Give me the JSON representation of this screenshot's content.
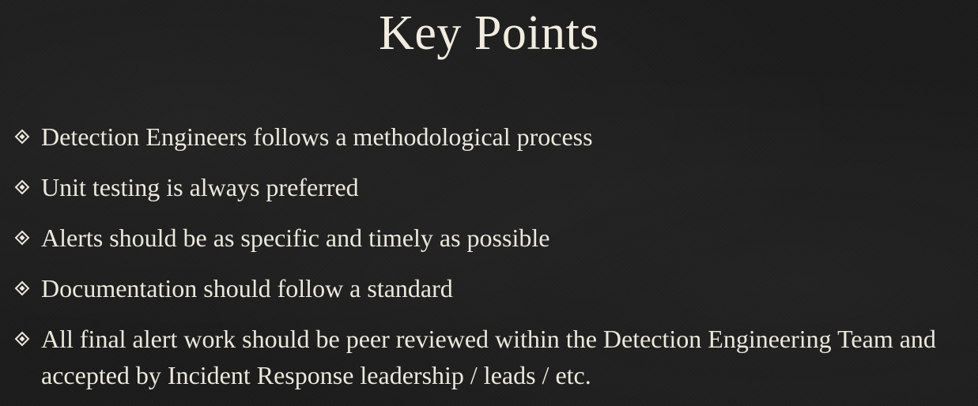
{
  "slide": {
    "title": "Key Points",
    "bullets": [
      {
        "text": "Detection Engineers follows a methodological process",
        "icon": "diamond-bullet-icon"
      },
      {
        "text": "Unit testing is always preferred",
        "icon": "diamond-bullet-icon"
      },
      {
        "text": "Alerts should be as specific and timely as possible",
        "icon": "diamond-bullet-icon"
      },
      {
        "text": "Documentation should follow a standard",
        "icon": "diamond-bullet-icon"
      },
      {
        "text": "All final alert work should be peer reviewed within the Detection Engineering Team and accepted by Incident Response leadership / leads / etc.",
        "icon": "diamond-bullet-icon"
      }
    ]
  },
  "colors": {
    "background": "#1c1c1c",
    "text": "#ece8dc",
    "title": "#f1ecdf"
  }
}
